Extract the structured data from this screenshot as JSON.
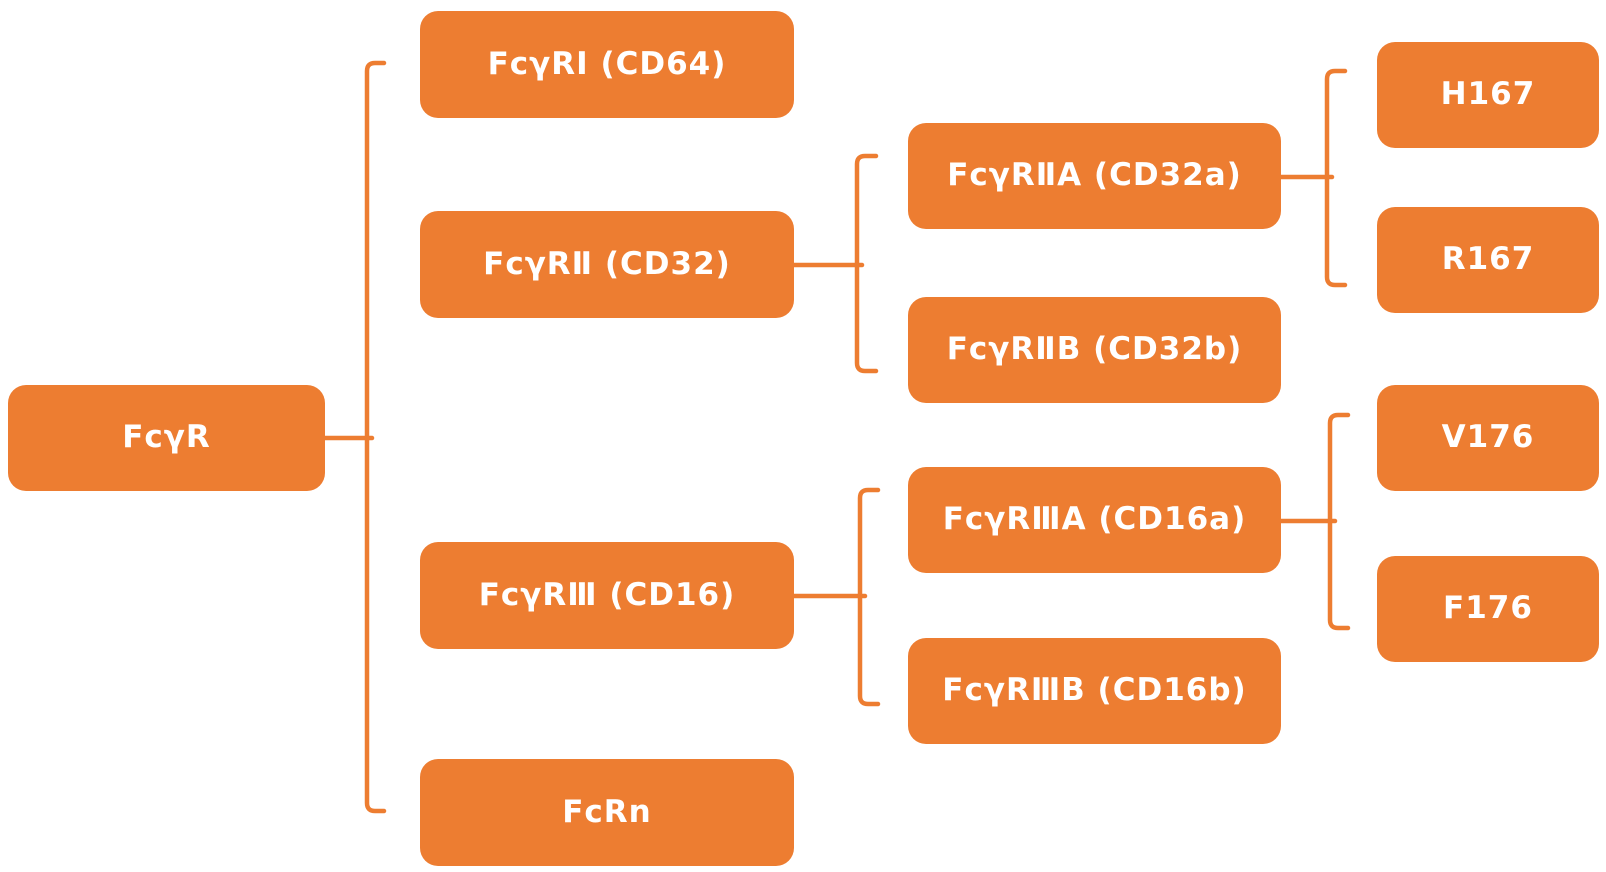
{
  "diagram": {
    "type": "hierarchy-tree",
    "orientation": "left-to-right",
    "colors": {
      "box_fill": "#ED7D31",
      "connector": "#ED7D31",
      "label_text": "#FFFFFF",
      "background": "#FFFFFF"
    }
  },
  "tree": {
    "root": {
      "label": "FcγR"
    },
    "children": [
      {
        "label": "FcγRⅠ (CD64)"
      },
      {
        "label": "FcγRⅡ (CD32)",
        "children": [
          {
            "label": "FcγRⅡA (CD32a)",
            "children": [
              {
                "label": "H167"
              },
              {
                "label": "R167"
              }
            ]
          },
          {
            "label": "FcγRⅡB (CD32b)"
          }
        ]
      },
      {
        "label": "FcγRⅢ (CD16)",
        "children": [
          {
            "label": "FcγRⅢA (CD16a)",
            "children": [
              {
                "label": "V176"
              },
              {
                "label": "F176"
              }
            ]
          },
          {
            "label": "FcγRⅢB (CD16b)"
          }
        ]
      },
      {
        "label": "FcRn"
      }
    ]
  }
}
